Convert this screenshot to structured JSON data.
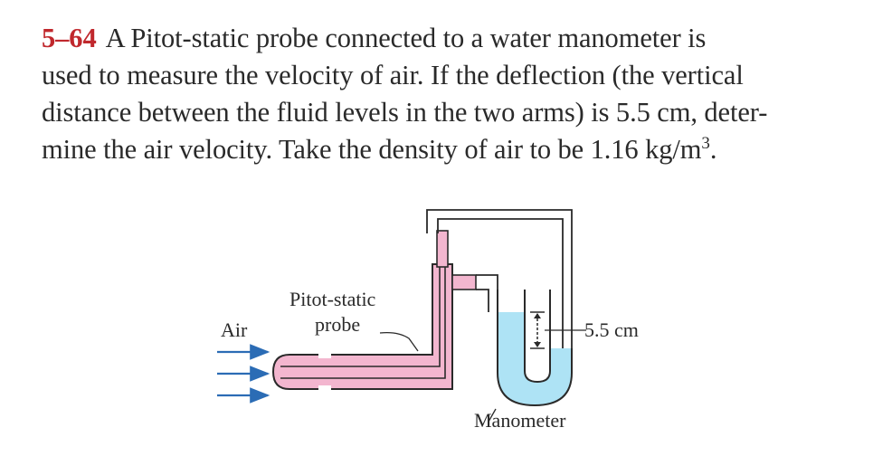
{
  "problem": {
    "number": "5–64",
    "lines": [
      "A Pitot-static probe connected to a water manometer is",
      "used to measure the velocity of air. If the deflection (the vertical",
      "distance between the fluid levels in the two arms) is 5.5 cm, deter-",
      "mine the air velocity. Take the density of air to be 1.16 kg/m"
    ],
    "superscript": "3",
    "end": "."
  },
  "figure": {
    "label_air": "Air",
    "label_probe_line1": "Pitot-static",
    "label_probe_line2": "probe",
    "label_deflection": "5.5 cm",
    "label_manometer": "Manometer",
    "colors": {
      "probe_fill": "#f3b6cf",
      "water_fill": "#aee3f5",
      "arrow": "#2b6cb5",
      "outline": "#2a2a2a"
    }
  }
}
